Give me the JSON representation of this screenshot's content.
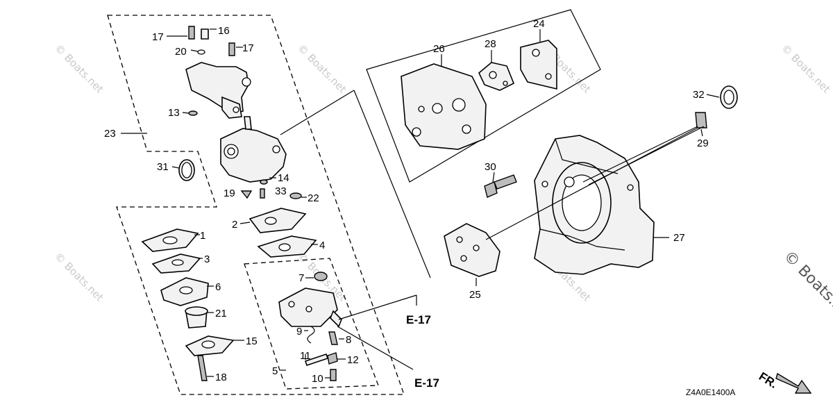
{
  "diagram": {
    "code": "Z4A0E1400A",
    "front_marker": "FR.",
    "watermark": "© Boats.net",
    "refs": {
      "e17_upper": "E-17",
      "e17_lower": "E-17"
    },
    "labels": {
      "p1": "1",
      "p2": "2",
      "p3": "3",
      "p4": "4",
      "p5": "5",
      "p6": "6",
      "p7": "7",
      "p8": "8",
      "p9": "9",
      "p10": "10",
      "p11": "11",
      "p12": "12",
      "p13": "13",
      "p14": "14",
      "p15": "15",
      "p16": "16",
      "p17a": "17",
      "p17b": "17",
      "p18": "18",
      "p19": "19",
      "p20": "20",
      "p21": "21",
      "p22": "22",
      "p23": "23",
      "p24": "24",
      "p25": "25",
      "p26": "26",
      "p27": "27",
      "p28": "28",
      "p29": "29",
      "p30": "30",
      "p31": "31",
      "p32": "32",
      "p33": "33"
    }
  }
}
